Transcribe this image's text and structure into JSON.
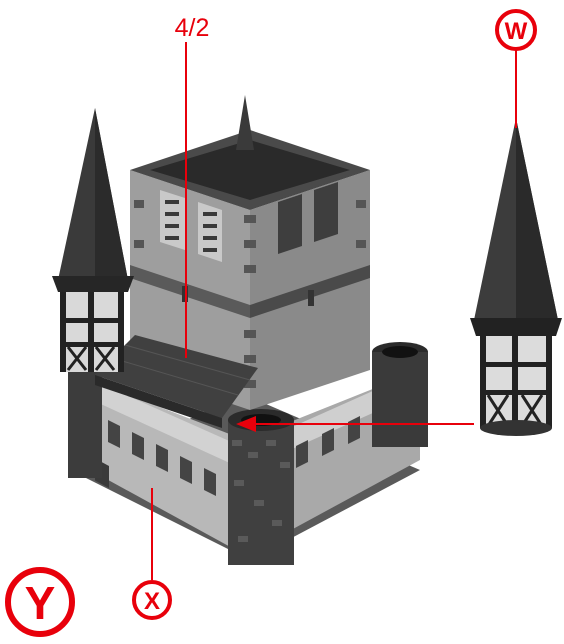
{
  "labels": {
    "part_ref": "4/2",
    "w": "W",
    "x": "X",
    "y": "Y"
  },
  "colors": {
    "accent": "#e8000b",
    "dark": "#2f2f2f",
    "mid": "#6c6c6c",
    "light": "#9a9a9a",
    "pale": "#c8c8c8"
  }
}
